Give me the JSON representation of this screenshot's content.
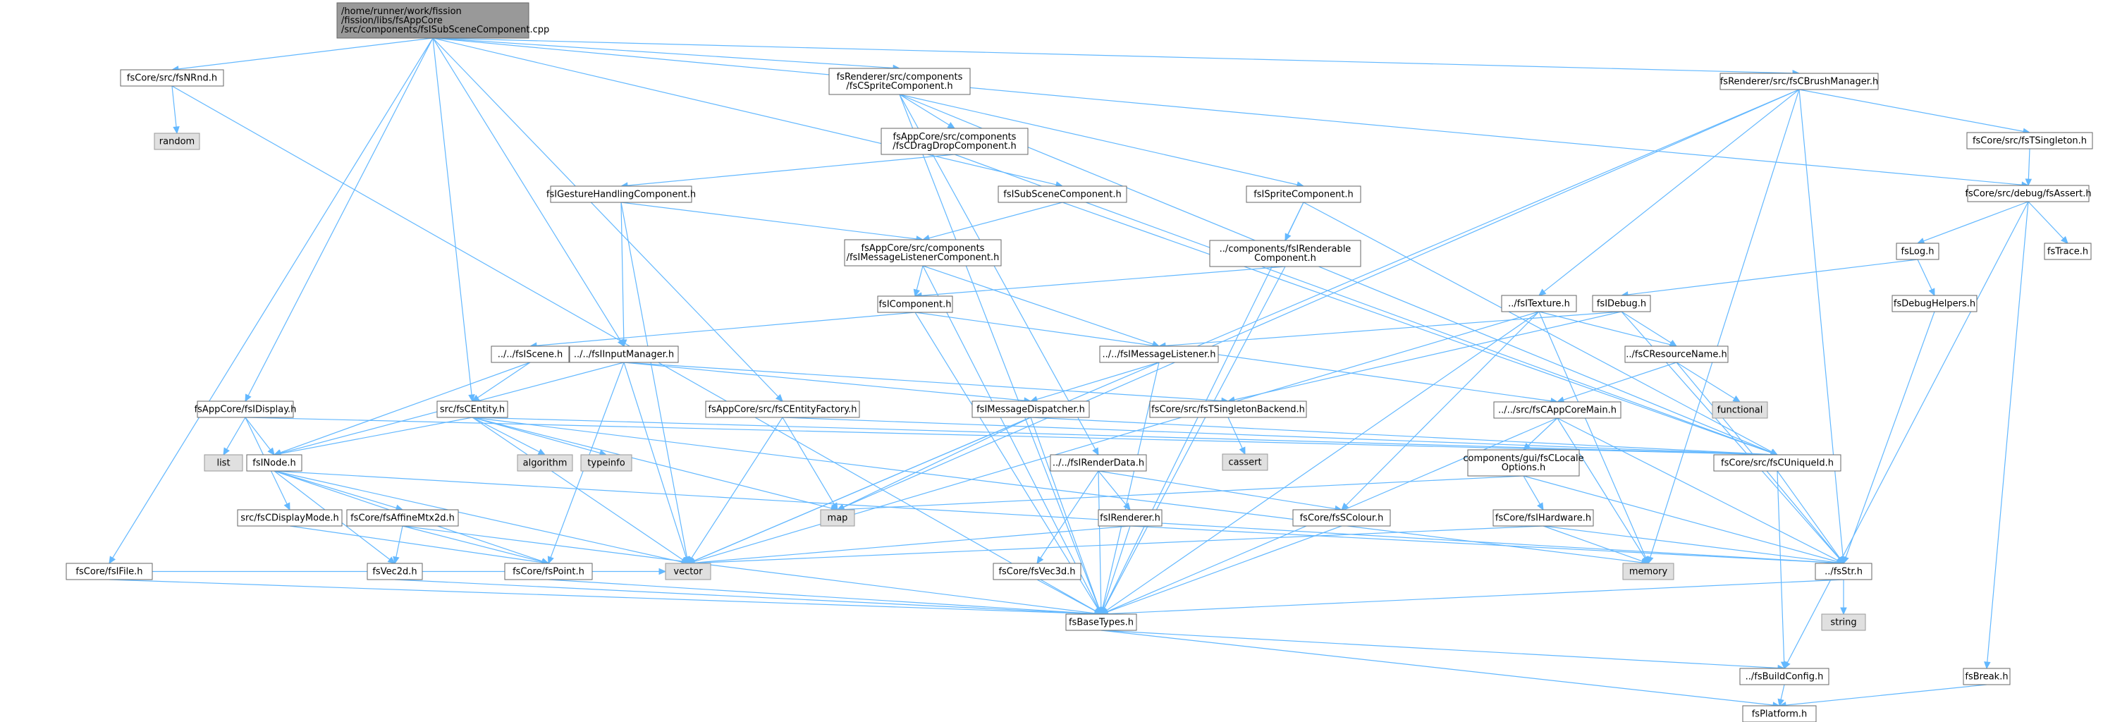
{
  "diagram": {
    "title": "",
    "colors": {
      "edge": "#63b8ff",
      "node_border": "#666666",
      "node_fill": "#ffffff",
      "system_fill": "#e0e0e0",
      "root_fill": "#999999"
    },
    "nodes": [
      {
        "id": "root",
        "kind": "root",
        "lines": [
          "/home/runner/work/fission",
          "/fission/libs/fsAppCore",
          "/src/components/fsISubSceneComponent.cpp"
        ]
      },
      {
        "id": "nrnd",
        "kind": "file",
        "lines": [
          "fsCore/src/fsNRnd.h"
        ]
      },
      {
        "id": "random",
        "kind": "sys",
        "lines": [
          "random"
        ]
      },
      {
        "id": "sprite_comp",
        "kind": "file",
        "lines": [
          "fsRenderer/src/components",
          "/fsCSpriteComponent.h"
        ]
      },
      {
        "id": "dragdrop",
        "kind": "file",
        "lines": [
          "fsAppCore/src/components",
          "/fsCDragDropComponent.h"
        ]
      },
      {
        "id": "brushmgr",
        "kind": "file",
        "lines": [
          "fsRenderer/src/fsCBrushManager.h"
        ]
      },
      {
        "id": "tsingleton",
        "kind": "file",
        "lines": [
          "fsCore/src/fsTSingleton.h"
        ]
      },
      {
        "id": "assert",
        "kind": "file",
        "lines": [
          "fsCore/src/debug/fsAssert.h"
        ]
      },
      {
        "id": "log",
        "kind": "file",
        "lines": [
          "fsLog.h"
        ]
      },
      {
        "id": "trace",
        "kind": "file",
        "lines": [
          "fsTrace.h"
        ]
      },
      {
        "id": "gesture",
        "kind": "file",
        "lines": [
          "fsIGestureHandlingComponent.h"
        ]
      },
      {
        "id": "subscene",
        "kind": "file",
        "lines": [
          "fsISubSceneComponent.h"
        ]
      },
      {
        "id": "isprite",
        "kind": "file",
        "lines": [
          "fsISpriteComponent.h"
        ]
      },
      {
        "id": "msglistcomp",
        "kind": "file",
        "lines": [
          "fsAppCore/src/components",
          "/fsIMessageListenerComponent.h"
        ]
      },
      {
        "id": "renderable",
        "kind": "file",
        "lines": [
          "../components/fsIRenderable",
          "Component.h"
        ]
      },
      {
        "id": "itexture",
        "kind": "file",
        "lines": [
          "../fsITexture.h"
        ]
      },
      {
        "id": "idebug",
        "kind": "file",
        "lines": [
          "fsIDebug.h"
        ]
      },
      {
        "id": "debughelpers",
        "kind": "file",
        "lines": [
          "fsDebugHelpers.h"
        ]
      },
      {
        "id": "icomponent",
        "kind": "file",
        "lines": [
          "fsIComponent.h"
        ]
      },
      {
        "id": "iscene",
        "kind": "file",
        "lines": [
          "../../fsIScene.h"
        ]
      },
      {
        "id": "inputmgr",
        "kind": "file",
        "lines": [
          "../../fsIInputManager.h"
        ]
      },
      {
        "id": "imsglistener",
        "kind": "file",
        "lines": [
          "../../fsIMessageListener.h"
        ]
      },
      {
        "id": "resname",
        "kind": "file",
        "lines": [
          "../fsCResourceName.h"
        ]
      },
      {
        "id": "functional",
        "kind": "sys",
        "lines": [
          "functional"
        ]
      },
      {
        "id": "appdisplay",
        "kind": "file",
        "lines": [
          "fsAppCore/fsIDisplay.h"
        ]
      },
      {
        "id": "centity",
        "kind": "file",
        "lines": [
          "src/fsCEntity.h"
        ]
      },
      {
        "id": "entityfactory",
        "kind": "file",
        "lines": [
          "fsAppCore/src/fsCEntityFactory.h"
        ]
      },
      {
        "id": "msgdispatcher",
        "kind": "file",
        "lines": [
          "fsIMessageDispatcher.h"
        ]
      },
      {
        "id": "tsingletonbackend",
        "kind": "file",
        "lines": [
          "fsCore/src/fsTSingletonBackend.h"
        ]
      },
      {
        "id": "cassert",
        "kind": "sys",
        "lines": [
          "cassert"
        ]
      },
      {
        "id": "appcoremain",
        "kind": "file",
        "lines": [
          "../../src/fsCAppCoreMain.h"
        ]
      },
      {
        "id": "list",
        "kind": "sys",
        "lines": [
          "list"
        ]
      },
      {
        "id": "inode",
        "kind": "file",
        "lines": [
          "fsINode.h"
        ]
      },
      {
        "id": "algorithm",
        "kind": "sys",
        "lines": [
          "algorithm"
        ]
      },
      {
        "id": "typeinfo",
        "kind": "sys",
        "lines": [
          "typeinfo"
        ]
      },
      {
        "id": "irenderdata",
        "kind": "file",
        "lines": [
          "../../fsIRenderData.h"
        ]
      },
      {
        "id": "clocale",
        "kind": "file",
        "lines": [
          "components/gui/fsCLocale",
          "Options.h"
        ]
      },
      {
        "id": "cuniqueid",
        "kind": "file",
        "lines": [
          "fsCore/src/fsCUniqueId.h"
        ]
      },
      {
        "id": "displaymode",
        "kind": "file",
        "lines": [
          "src/fsCDisplayMode.h"
        ]
      },
      {
        "id": "affinemtx",
        "kind": "file",
        "lines": [
          "fsCore/fsAffineMtx2d.h"
        ]
      },
      {
        "id": "map",
        "kind": "sys",
        "lines": [
          "map"
        ]
      },
      {
        "id": "irenderer",
        "kind": "file",
        "lines": [
          "fsIRenderer.h"
        ]
      },
      {
        "id": "scolour",
        "kind": "file",
        "lines": [
          "fsCore/fsSColour.h"
        ]
      },
      {
        "id": "ihardware",
        "kind": "file",
        "lines": [
          "fsCore/fsIHardware.h"
        ]
      },
      {
        "id": "ifile",
        "kind": "file",
        "lines": [
          "fsCore/fsIFile.h"
        ]
      },
      {
        "id": "vector",
        "kind": "sys",
        "lines": [
          "vector"
        ]
      },
      {
        "id": "memory",
        "kind": "sys",
        "lines": [
          "memory"
        ]
      },
      {
        "id": "vec2d",
        "kind": "file",
        "lines": [
          "fsVec2d.h"
        ]
      },
      {
        "id": "point",
        "kind": "file",
        "lines": [
          "fsCore/fsPoint.h"
        ]
      },
      {
        "id": "vec3d",
        "kind": "file",
        "lines": [
          "fsCore/fsVec3d.h"
        ]
      },
      {
        "id": "str",
        "kind": "file",
        "lines": [
          "../fsStr.h"
        ]
      },
      {
        "id": "string",
        "kind": "sys",
        "lines": [
          "string"
        ]
      },
      {
        "id": "basetypes",
        "kind": "file",
        "lines": [
          "fsBaseTypes.h"
        ]
      },
      {
        "id": "buildconfig",
        "kind": "file",
        "lines": [
          "../fsBuildConfig.h"
        ]
      },
      {
        "id": "brk",
        "kind": "file",
        "lines": [
          "fsBreak.h"
        ]
      },
      {
        "id": "platform",
        "kind": "file",
        "lines": [
          "fsPlatform.h"
        ]
      }
    ],
    "edges": [
      [
        "root",
        "nrnd"
      ],
      [
        "root",
        "sprite_comp"
      ],
      [
        "root",
        "brushmgr"
      ],
      [
        "root",
        "assert"
      ],
      [
        "root",
        "subscene"
      ],
      [
        "root",
        "appdisplay"
      ],
      [
        "root",
        "centity"
      ],
      [
        "root",
        "inputmgr"
      ],
      [
        "root",
        "entityfactory"
      ],
      [
        "root",
        "ifile"
      ],
      [
        "nrnd",
        "random"
      ],
      [
        "nrnd",
        "basetypes"
      ],
      [
        "sprite_comp",
        "dragdrop"
      ],
      [
        "sprite_comp",
        "isprite"
      ],
      [
        "sprite_comp",
        "irenderdata"
      ],
      [
        "sprite_comp",
        "basetypes"
      ],
      [
        "sprite_comp",
        "cuniqueid"
      ],
      [
        "dragdrop",
        "gesture"
      ],
      [
        "dragdrop",
        "cuniqueid"
      ],
      [
        "brushmgr",
        "tsingleton"
      ],
      [
        "brushmgr",
        "itexture"
      ],
      [
        "brushmgr",
        "memory"
      ],
      [
        "brushmgr",
        "str"
      ],
      [
        "brushmgr",
        "vector"
      ],
      [
        "brushmgr",
        "map"
      ],
      [
        "tsingleton",
        "assert"
      ],
      [
        "assert",
        "log"
      ],
      [
        "assert",
        "trace"
      ],
      [
        "assert",
        "brk"
      ],
      [
        "assert",
        "buildconfig"
      ],
      [
        "log",
        "idebug"
      ],
      [
        "log",
        "debughelpers"
      ],
      [
        "debughelpers",
        "str"
      ],
      [
        "idebug",
        "resname"
      ],
      [
        "idebug",
        "tsingletonbackend"
      ],
      [
        "idebug",
        "imsglistener"
      ],
      [
        "idebug",
        "str"
      ],
      [
        "gesture",
        "msglistcomp"
      ],
      [
        "gesture",
        "inputmgr"
      ],
      [
        "gesture",
        "vector"
      ],
      [
        "subscene",
        "msglistcomp"
      ],
      [
        "subscene",
        "cuniqueid"
      ],
      [
        "isprite",
        "renderable"
      ],
      [
        "isprite",
        "cuniqueid"
      ],
      [
        "isprite",
        "basetypes"
      ],
      [
        "msglistcomp",
        "icomponent"
      ],
      [
        "msglistcomp",
        "imsglistener"
      ],
      [
        "msglistcomp",
        "basetypes"
      ],
      [
        "renderable",
        "icomponent"
      ],
      [
        "renderable",
        "basetypes"
      ],
      [
        "itexture",
        "resname"
      ],
      [
        "itexture",
        "scolour"
      ],
      [
        "itexture",
        "memory"
      ],
      [
        "itexture",
        "basetypes"
      ],
      [
        "itexture",
        "vector"
      ],
      [
        "icomponent",
        "iscene"
      ],
      [
        "icomponent",
        "appcoremain"
      ],
      [
        "icomponent",
        "basetypes"
      ],
      [
        "iscene",
        "centity"
      ],
      [
        "iscene",
        "inode"
      ],
      [
        "inputmgr",
        "msgdispatcher"
      ],
      [
        "inputmgr",
        "tsingletonbackend"
      ],
      [
        "inputmgr",
        "inode"
      ],
      [
        "inputmgr",
        "point"
      ],
      [
        "inputmgr",
        "vector"
      ],
      [
        "imsglistener",
        "msgdispatcher"
      ],
      [
        "imsglistener",
        "basetypes"
      ],
      [
        "resname",
        "functional"
      ],
      [
        "resname",
        "appcoremain"
      ],
      [
        "resname",
        "str"
      ],
      [
        "appdisplay",
        "list"
      ],
      [
        "appdisplay",
        "inode"
      ],
      [
        "appdisplay",
        "displaymode"
      ],
      [
        "appdisplay",
        "cuniqueid"
      ],
      [
        "centity",
        "inode"
      ],
      [
        "centity",
        "algorithm"
      ],
      [
        "centity",
        "typeinfo"
      ],
      [
        "centity",
        "vector"
      ],
      [
        "centity",
        "map"
      ],
      [
        "centity",
        "memory"
      ],
      [
        "centity",
        "cuniqueid"
      ],
      [
        "entityfactory",
        "map"
      ],
      [
        "entityfactory",
        "vector"
      ],
      [
        "entityfactory",
        "cuniqueid"
      ],
      [
        "msgdispatcher",
        "map"
      ],
      [
        "msgdispatcher",
        "vector"
      ],
      [
        "msgdispatcher",
        "basetypes"
      ],
      [
        "msgdispatcher",
        "cuniqueid"
      ],
      [
        "tsingletonbackend",
        "cassert"
      ],
      [
        "appcoremain",
        "clocale"
      ],
      [
        "appcoremain",
        "memory"
      ],
      [
        "appcoremain",
        "str"
      ],
      [
        "appcoremain",
        "basetypes"
      ],
      [
        "inode",
        "affinemtx"
      ],
      [
        "inode",
        "vec2d"
      ],
      [
        "inode",
        "point"
      ],
      [
        "inode",
        "vector"
      ],
      [
        "inode",
        "str"
      ],
      [
        "irenderdata",
        "irenderer"
      ],
      [
        "irenderdata",
        "vec3d"
      ],
      [
        "irenderdata",
        "scolour"
      ],
      [
        "irenderdata",
        "basetypes"
      ],
      [
        "clocale",
        "ihardware"
      ],
      [
        "clocale",
        "map"
      ],
      [
        "clocale",
        "str"
      ],
      [
        "cuniqueid",
        "str"
      ],
      [
        "cuniqueid",
        "buildconfig"
      ],
      [
        "displaymode",
        "point"
      ],
      [
        "affinemtx",
        "vec2d"
      ],
      [
        "affinemtx",
        "point"
      ],
      [
        "affinemtx",
        "basetypes"
      ],
      [
        "irenderer",
        "vector"
      ],
      [
        "irenderer",
        "basetypes"
      ],
      [
        "irenderer",
        "str"
      ],
      [
        "scolour",
        "basetypes"
      ],
      [
        "ihardware",
        "memory"
      ],
      [
        "ihardware",
        "str"
      ],
      [
        "ihardware",
        "vector"
      ],
      [
        "ifile",
        "vector"
      ],
      [
        "ifile",
        "basetypes"
      ],
      [
        "vec2d",
        "basetypes"
      ],
      [
        "point",
        "basetypes"
      ],
      [
        "vec3d",
        "basetypes"
      ],
      [
        "str",
        "string"
      ],
      [
        "str",
        "basetypes"
      ],
      [
        "basetypes",
        "buildconfig"
      ],
      [
        "basetypes",
        "platform"
      ],
      [
        "buildconfig",
        "platform"
      ],
      [
        "brk",
        "platform"
      ]
    ]
  }
}
